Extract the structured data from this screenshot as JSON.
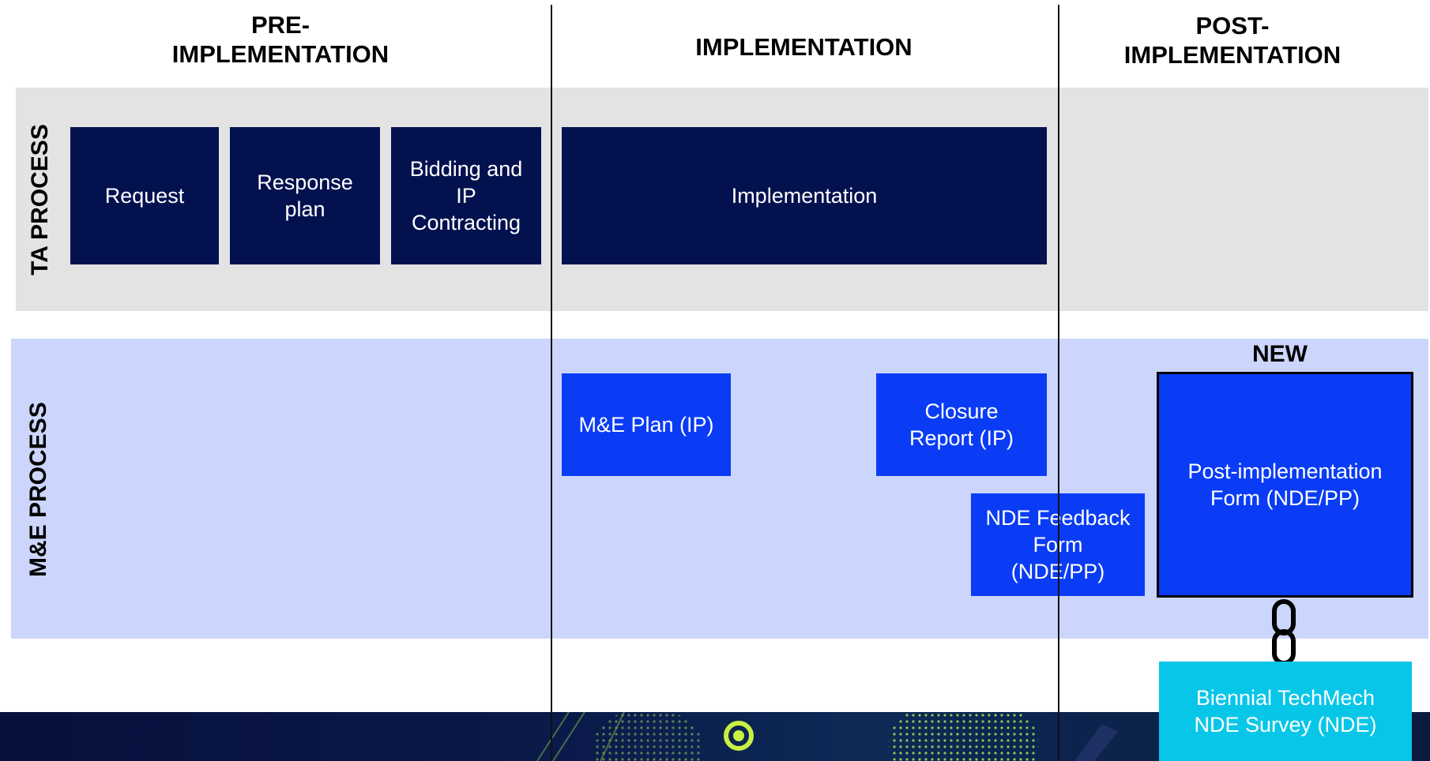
{
  "phases": {
    "pre": "PRE-\nIMPLEMENTATION",
    "impl": "IMPLEMENTATION",
    "post": "POST-\nIMPLEMENTATION"
  },
  "lanes": {
    "ta": "TA PROCESS",
    "me": "M&E PROCESS"
  },
  "ta_boxes": {
    "request": "Request",
    "response": "Response\nplan",
    "bidding": "Bidding and\nIP\nContracting",
    "implementation": "Implementation"
  },
  "me_boxes": {
    "me_plan": "M&E Plan (IP)",
    "closure": "Closure\nReport (IP)",
    "feedback": "NDE Feedback\nForm\n(NDE/PP)",
    "post_form": "Post-implementation\nForm (NDE/PP)",
    "new_tag": "NEW",
    "survey": "Biennial TechMech\nNDE Survey (NDE)"
  },
  "colors": {
    "navy": "#03124f",
    "blue": "#0a3cf5",
    "cyan": "#08c6e8",
    "ta_lane": "#e3e3e3",
    "me_lane": "#ccd5fb"
  },
  "icons": {
    "link": "chain-link-icon"
  }
}
